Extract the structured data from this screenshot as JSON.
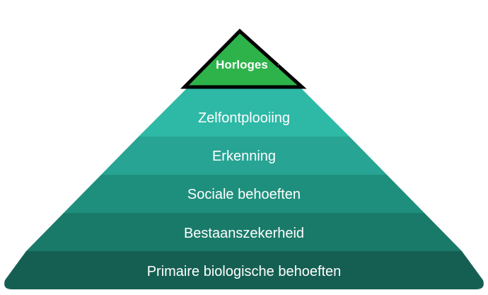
{
  "diagram": {
    "type": "pyramid",
    "top": {
      "label": "Horloges",
      "suffix": ":",
      "fill": "#2db34a",
      "stroke": "#000000"
    },
    "levels": [
      {
        "label": "Zelfontplooiing",
        "color": "#2eb8a6"
      },
      {
        "label": "Erkenning",
        "color": "#27a493"
      },
      {
        "label": "Sociale behoeften",
        "color": "#1f8f7d"
      },
      {
        "label": "Bestaanszekerheid",
        "color": "#1a7a69"
      },
      {
        "label": "Primaire biologische behoeften",
        "color": "#155f52"
      }
    ]
  }
}
